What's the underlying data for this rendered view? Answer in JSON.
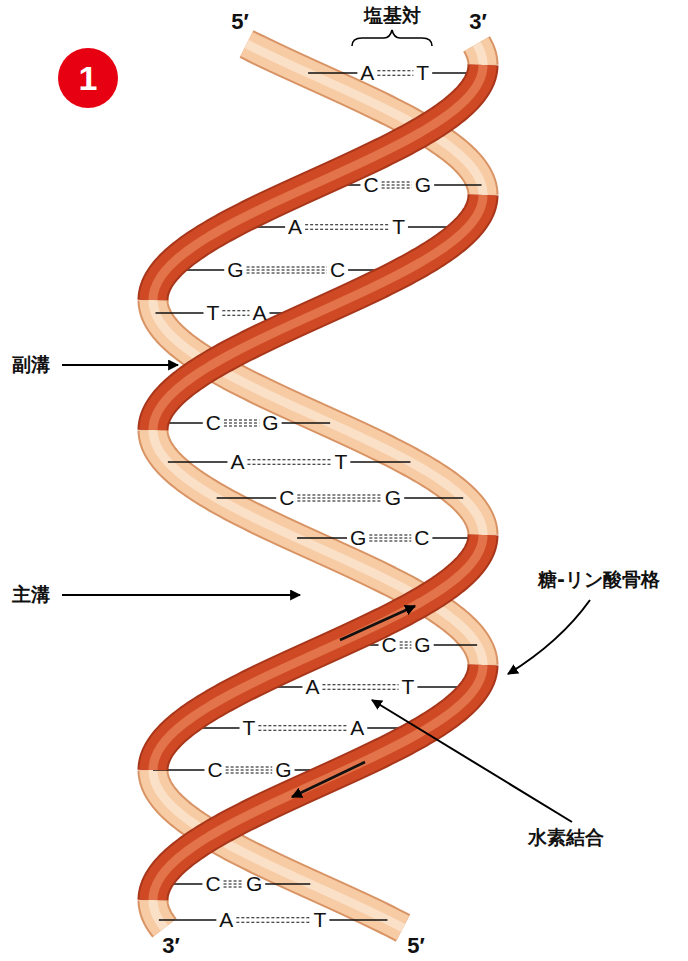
{
  "diagram": {
    "nodes": [
      {
        "text": [
          "1"
        ]
      }
    ],
    "labels": [
      "5′",
      "塩基対",
      "3′",
      "A",
      "T",
      "C",
      "G",
      "A",
      "T",
      "G",
      "C",
      "T",
      "A",
      "副溝",
      "C",
      "G",
      "A",
      "T",
      "C",
      "G",
      "G",
      "C",
      "主溝",
      "糖-リン酸骨格",
      "C",
      "G",
      "A",
      "T",
      "T",
      "A",
      "C",
      "G",
      "水素結合",
      "C",
      "G",
      "A",
      "T",
      "3′",
      "5′"
    ]
  }
}
